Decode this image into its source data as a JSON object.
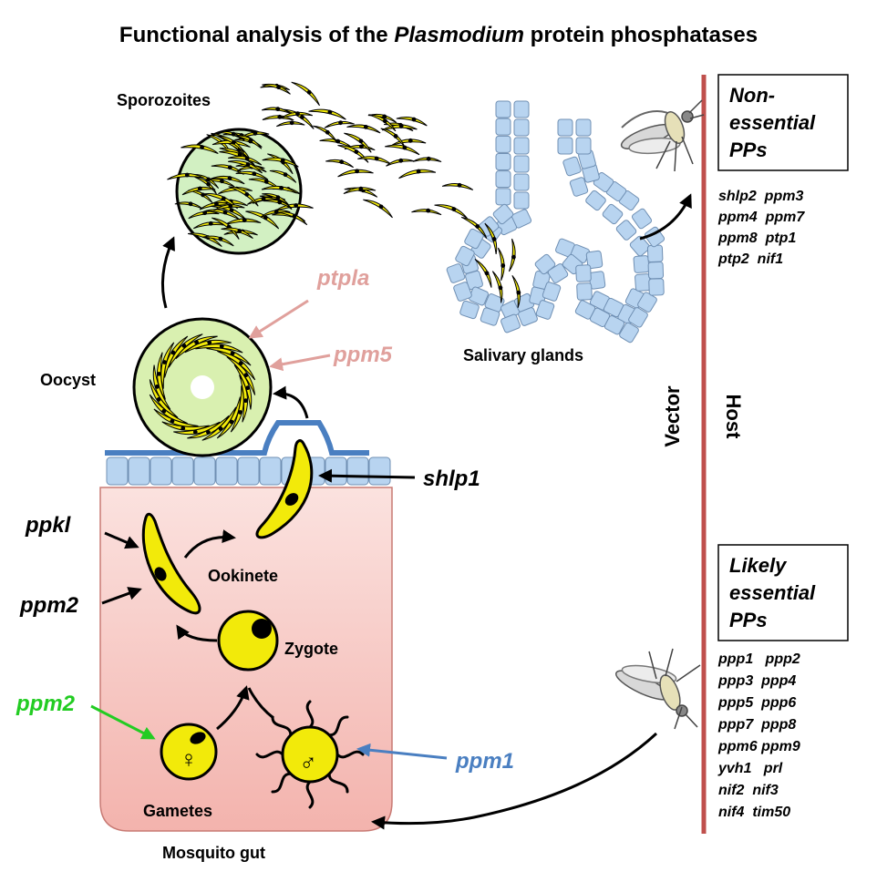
{
  "title": {
    "before": "Functional analysis of the ",
    "italic": "Plasmodium",
    "after": " protein phosphatases"
  },
  "stages": {
    "sporozoites": "Sporozoites",
    "oocyst": "Oocyst",
    "salivary_glands": "Salivary glands",
    "ookinete": "Ookinete",
    "zygote": "Zygote",
    "gametes": "Gametes",
    "mosquito_gut": "Mosquito gut"
  },
  "symbols": {
    "female": "♀",
    "male": "♂"
  },
  "sides": {
    "vector": "Vector",
    "host": "Host"
  },
  "gene_labels": {
    "ptpla": "ptpla",
    "ppm5": "ppm5",
    "shlp1": "shlp1",
    "ppkl": "ppkl",
    "ppm2_black": "ppm2",
    "ppm2_green": "ppm2",
    "ppm1": "ppm1"
  },
  "non_essential": {
    "title": [
      "Non-",
      "essential",
      "PPs"
    ],
    "genes": [
      "shlp2  ppm3",
      "ppm4  ppm7",
      "ppm8  ptp1",
      "ptp2  nif1"
    ]
  },
  "likely_essential": {
    "title": [
      "Likely",
      "essential",
      "PPs"
    ],
    "genes": [
      "ppp1   ppp2",
      "ppp3  ppp4",
      "ppp5  ppp6",
      "ppp7  ppp8",
      "ppm6 ppm9",
      "yvh1   prl",
      "nif2  nif3",
      "nif4  tim50"
    ]
  },
  "colors": {
    "gut_fill": "#f3b3ad",
    "epithelium": "#b8d4f0",
    "membrane": "#4a7fc1",
    "parasite": "#f2ea0a",
    "oocyst_fill": "#d9f0b0",
    "sporozoite_fill": "#d2f0c2",
    "divider": "#c0504d",
    "faded_label": "#e0a09c",
    "green_label": "#22cc22",
    "blue_label": "#4a7fc1"
  }
}
